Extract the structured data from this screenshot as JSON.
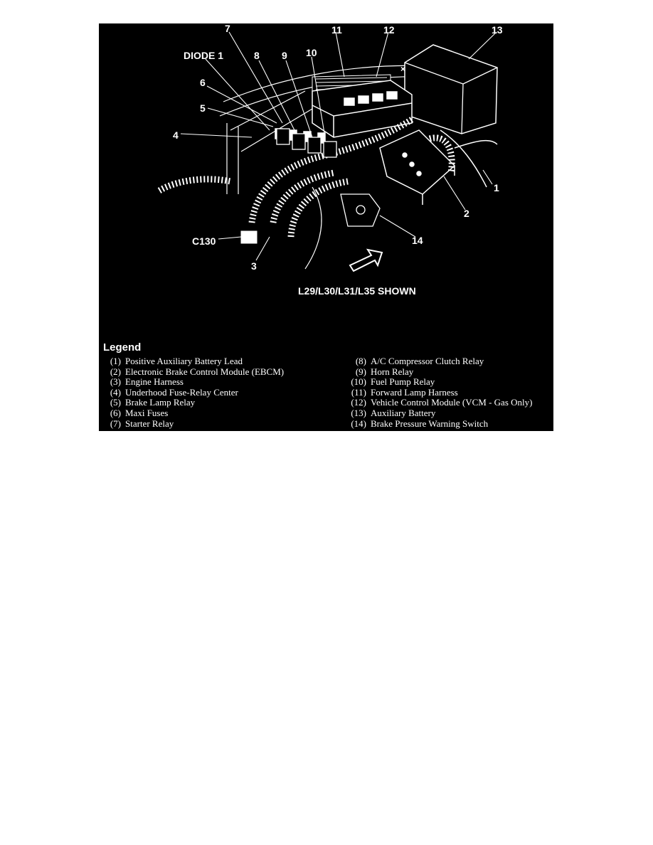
{
  "diagram": {
    "variant_label": "L29/L30/L31/L35 SHOWN",
    "callouts": {
      "c1": "1",
      "c2": "2",
      "c3": "3",
      "c4": "4",
      "c5": "5",
      "c6": "6",
      "c7": "7",
      "c8": "8",
      "c9": "9",
      "c10": "10",
      "c11": "11",
      "c12": "12",
      "c13": "13",
      "c14": "14",
      "diode": "DIODE 1",
      "c130": "C130"
    }
  },
  "legend": {
    "title": "Legend",
    "left": [
      {
        "num": "(1)",
        "text": "Positive Auxiliary Battery Lead"
      },
      {
        "num": "(2)",
        "text": "Electronic Brake Control Module (EBCM)"
      },
      {
        "num": "(3)",
        "text": "Engine Harness"
      },
      {
        "num": "(4)",
        "text": "Underhood Fuse-Relay Center"
      },
      {
        "num": "(5)",
        "text": "Brake Lamp Relay"
      },
      {
        "num": "(6)",
        "text": "Maxi Fuses"
      },
      {
        "num": "(7)",
        "text": "Starter Relay"
      }
    ],
    "right": [
      {
        "num": "(8)",
        "text": "A/C Compressor Clutch Relay"
      },
      {
        "num": "(9)",
        "text": "Horn Relay"
      },
      {
        "num": "(10)",
        "text": "Fuel Pump Relay"
      },
      {
        "num": "(11)",
        "text": "Forward Lamp Harness"
      },
      {
        "num": "(12)",
        "text": "Vehicle Control Module (VCM - Gas Only)"
      },
      {
        "num": "(13)",
        "text": "Auxiliary Battery"
      },
      {
        "num": "(14)",
        "text": "Brake Pressure Warning Switch"
      }
    ]
  }
}
